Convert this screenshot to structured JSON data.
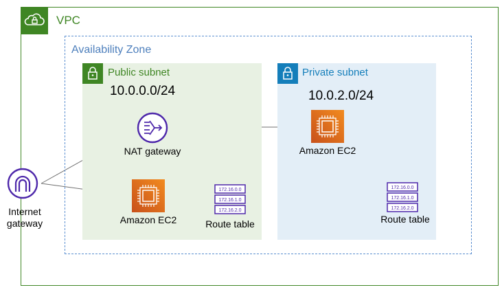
{
  "vpc": {
    "label": "VPC",
    "icon": "cloud-lock-icon"
  },
  "availability_zone": {
    "label": "Availability Zone"
  },
  "public_subnet": {
    "label": "Public subnet",
    "cidr": "10.0.0.0/24",
    "nat_gateway_label": "NAT gateway",
    "ec2_label": "Amazon EC2",
    "route_table_label": "Route table",
    "route_entries": [
      "172.16.0.0",
      "172.16.1.0",
      "172.16.2.0"
    ]
  },
  "private_subnet": {
    "label": "Private subnet",
    "cidr": "10.0.2.0/24",
    "ec2_label": "Amazon EC2",
    "route_table_label": "Route table",
    "route_entries": [
      "172.16.0.0",
      "172.16.1.0",
      "172.16.2.0"
    ]
  },
  "internet_gateway": {
    "label_line1": "Internet",
    "label_line2": "gateway"
  },
  "colors": {
    "vpc_green": "#3f8624",
    "private_blue": "#147eba",
    "az_dash": "#5a8ed0",
    "gateway_purple": "#4d27aa",
    "ec2_orange": "#e7731c"
  }
}
